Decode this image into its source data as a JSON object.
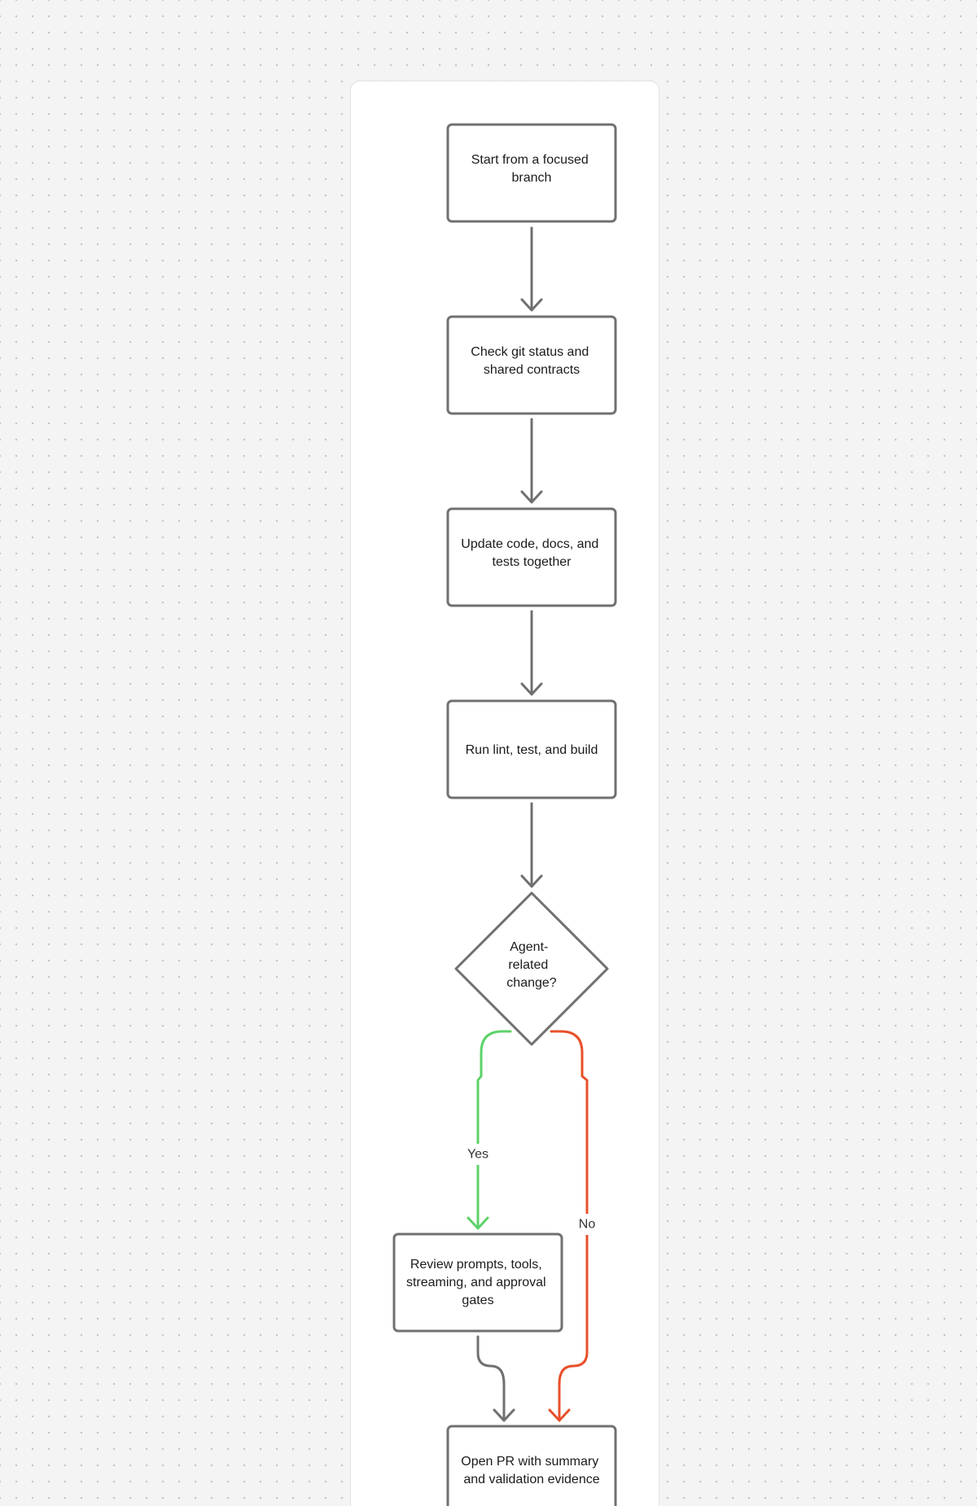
{
  "colors": {
    "background": "#f4f4f4",
    "panel": "#ffffff",
    "node_stroke": "#707070",
    "edge_default": "#707070",
    "edge_yes": "#5dd26a",
    "edge_no": "#e8502a",
    "text": "#1b1b1b"
  },
  "flowchart": {
    "nodes": [
      {
        "id": "start",
        "shape": "process",
        "lines": [
          "Start from a focused",
          "branch"
        ]
      },
      {
        "id": "check",
        "shape": "process",
        "lines": [
          "Check git status and",
          "shared contracts"
        ]
      },
      {
        "id": "update",
        "shape": "process",
        "lines": [
          "Update code, docs, and",
          "tests together"
        ]
      },
      {
        "id": "run",
        "shape": "process",
        "lines": [
          "Run lint, test, and build"
        ]
      },
      {
        "id": "decision",
        "shape": "decision",
        "lines": [
          "Agent-",
          "related",
          "change?"
        ]
      },
      {
        "id": "review",
        "shape": "process",
        "lines": [
          "Review prompts, tools,",
          "streaming, and approval",
          "gates"
        ]
      },
      {
        "id": "open_pr",
        "shape": "process",
        "lines": [
          "Open PR with summary",
          "and validation evidence"
        ]
      }
    ],
    "edges": [
      {
        "from": "start",
        "to": "check",
        "label": "",
        "style": "default"
      },
      {
        "from": "check",
        "to": "update",
        "label": "",
        "style": "default"
      },
      {
        "from": "update",
        "to": "run",
        "label": "",
        "style": "default"
      },
      {
        "from": "run",
        "to": "decision",
        "label": "",
        "style": "default"
      },
      {
        "from": "decision",
        "to": "review",
        "label": "Yes",
        "style": "yes"
      },
      {
        "from": "decision",
        "to": "open_pr",
        "label": "No",
        "style": "no"
      },
      {
        "from": "review",
        "to": "open_pr",
        "label": "",
        "style": "default"
      }
    ]
  }
}
